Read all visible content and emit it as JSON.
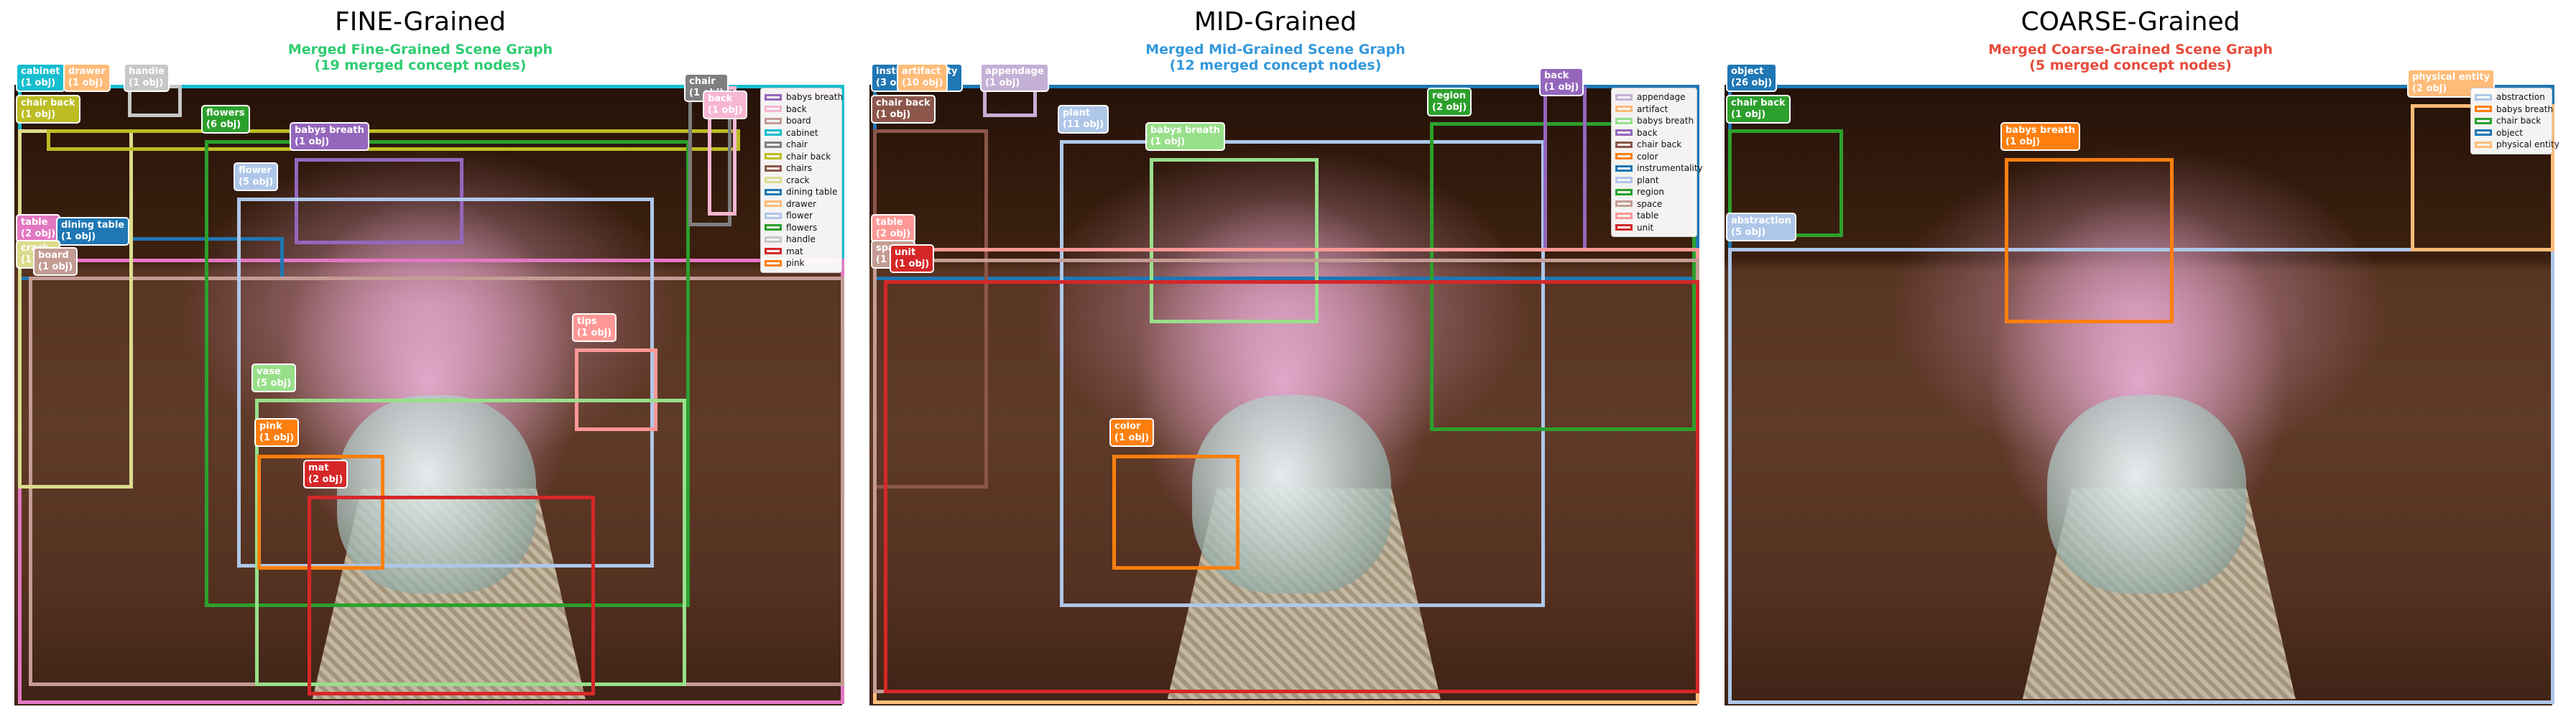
{
  "panels": [
    {
      "title": "FINE-Grained",
      "subtitle_line1": "Merged Fine-Grained Scene Graph",
      "subtitle_line2": "(19 merged concept nodes)",
      "subtitle_color": "#2ecc71",
      "labels": [
        {
          "name": "cabinet",
          "count": "(1 obj)",
          "color": "#17becf"
        },
        {
          "name": "drawer",
          "count": "(1 obj)",
          "color": "#ffbb78"
        },
        {
          "name": "handle",
          "count": "(1 obj)",
          "color": "#c7c7c7"
        },
        {
          "name": "chair back",
          "count": "(1 obj)",
          "color": "#bcbd22"
        },
        {
          "name": "flowers",
          "count": "(6 obj)",
          "color": "#2ca02c"
        },
        {
          "name": "babys breath",
          "count": "(1 obj)",
          "color": "#9467bd"
        },
        {
          "name": "flower",
          "count": "(5 obj)",
          "color": "#aec7e8"
        },
        {
          "name": "chair",
          "count": "(1 obj)",
          "color": "#7f7f7f"
        },
        {
          "name": "back",
          "count": "(1 obj)",
          "color": "#f7b6d2"
        },
        {
          "name": "table",
          "count": "(2 obj)",
          "color": "#e377c2"
        },
        {
          "name": "dining table",
          "count": "(1 obj)",
          "color": "#1f77b4"
        },
        {
          "name": "crack",
          "count": "(1 obj)",
          "color": "#dbdb8d"
        },
        {
          "name": "board",
          "count": "(1 obj)",
          "color": "#c49c94"
        },
        {
          "name": "tips",
          "count": "(1 obj)",
          "color": "#ff9896"
        },
        {
          "name": "vase",
          "count": "(5 obj)",
          "color": "#98df8a"
        },
        {
          "name": "pink",
          "count": "(1 obj)",
          "color": "#ff7f0e"
        },
        {
          "name": "mat",
          "count": "(2 obj)",
          "color": "#d62728"
        }
      ],
      "legend": [
        {
          "label": "babys breath",
          "color": "#9467bd"
        },
        {
          "label": "back",
          "color": "#f7b6d2"
        },
        {
          "label": "board",
          "color": "#c49c94"
        },
        {
          "label": "cabinet",
          "color": "#17becf"
        },
        {
          "label": "chair",
          "color": "#7f7f7f"
        },
        {
          "label": "chair back",
          "color": "#bcbd22"
        },
        {
          "label": "chairs",
          "color": "#8c564b"
        },
        {
          "label": "crack",
          "color": "#dbdb8d"
        },
        {
          "label": "dining table",
          "color": "#1f77b4"
        },
        {
          "label": "drawer",
          "color": "#ffbb78"
        },
        {
          "label": "flower",
          "color": "#aec7e8"
        },
        {
          "label": "flowers",
          "color": "#2ca02c"
        },
        {
          "label": "handle",
          "color": "#c7c7c7"
        },
        {
          "label": "mat",
          "color": "#d62728"
        },
        {
          "label": "pink",
          "color": "#ff7f0e"
        }
      ]
    },
    {
      "title": "MID-Grained",
      "subtitle_line1": "Merged Mid-Grained Scene Graph",
      "subtitle_line2": "(12 merged concept nodes)",
      "subtitle_color": "#3498db",
      "labels": [
        {
          "name": "instrumentality",
          "count": "(3 obj)",
          "color": "#1f77b4"
        },
        {
          "name": "artifact",
          "count": "(10 obj)",
          "color": "#ffbb78"
        },
        {
          "name": "appendage",
          "count": "(1 obj)",
          "color": "#c5b0d5"
        },
        {
          "name": "chair back",
          "count": "(1 obj)",
          "color": "#8c564b"
        },
        {
          "name": "plant",
          "count": "(11 obj)",
          "color": "#aec7e8"
        },
        {
          "name": "babys breath",
          "count": "(1 obj)",
          "color": "#98df8a"
        },
        {
          "name": "region",
          "count": "(2 obj)",
          "color": "#2ca02c"
        },
        {
          "name": "back",
          "count": "(1 obj)",
          "color": "#9467bd"
        },
        {
          "name": "table",
          "count": "(2 obj)",
          "color": "#ff9896"
        },
        {
          "name": "space",
          "count": "(1 obj)",
          "color": "#c49c94"
        },
        {
          "name": "unit",
          "count": "(1 obj)",
          "color": "#d62728"
        },
        {
          "name": "color",
          "count": "(1 obj)",
          "color": "#ff7f0e"
        }
      ],
      "legend": [
        {
          "label": "appendage",
          "color": "#c5b0d5"
        },
        {
          "label": "artifact",
          "color": "#ffbb78"
        },
        {
          "label": "babys breath",
          "color": "#98df8a"
        },
        {
          "label": "back",
          "color": "#9467bd"
        },
        {
          "label": "chair back",
          "color": "#8c564b"
        },
        {
          "label": "color",
          "color": "#ff7f0e"
        },
        {
          "label": "instrumentality",
          "color": "#1f77b4"
        },
        {
          "label": "plant",
          "color": "#aec7e8"
        },
        {
          "label": "region",
          "color": "#2ca02c"
        },
        {
          "label": "space",
          "color": "#c49c94"
        },
        {
          "label": "table",
          "color": "#ff9896"
        },
        {
          "label": "unit",
          "color": "#d62728"
        }
      ]
    },
    {
      "title": "COARSE-Grained",
      "subtitle_line1": "Merged Coarse-Grained Scene Graph",
      "subtitle_line2": "(5 merged concept nodes)",
      "subtitle_color": "#e74c3c",
      "labels": [
        {
          "name": "object",
          "count": "(26 obj)",
          "color": "#1f77b4"
        },
        {
          "name": "chair back",
          "count": "(1 obj)",
          "color": "#2ca02c"
        },
        {
          "name": "babys breath",
          "count": "(1 obj)",
          "color": "#ff7f0e"
        },
        {
          "name": "physical entity",
          "count": "(2 obj)",
          "color": "#ffbb78"
        },
        {
          "name": "abstraction",
          "count": "(5 obj)",
          "color": "#aec7e8"
        }
      ],
      "legend": [
        {
          "label": "abstraction",
          "color": "#aec7e8"
        },
        {
          "label": "babys breath",
          "color": "#ff7f0e"
        },
        {
          "label": "chair back",
          "color": "#2ca02c"
        },
        {
          "label": "object",
          "color": "#1f77b4"
        },
        {
          "label": "physical entity",
          "color": "#ffbb78"
        }
      ]
    }
  ]
}
